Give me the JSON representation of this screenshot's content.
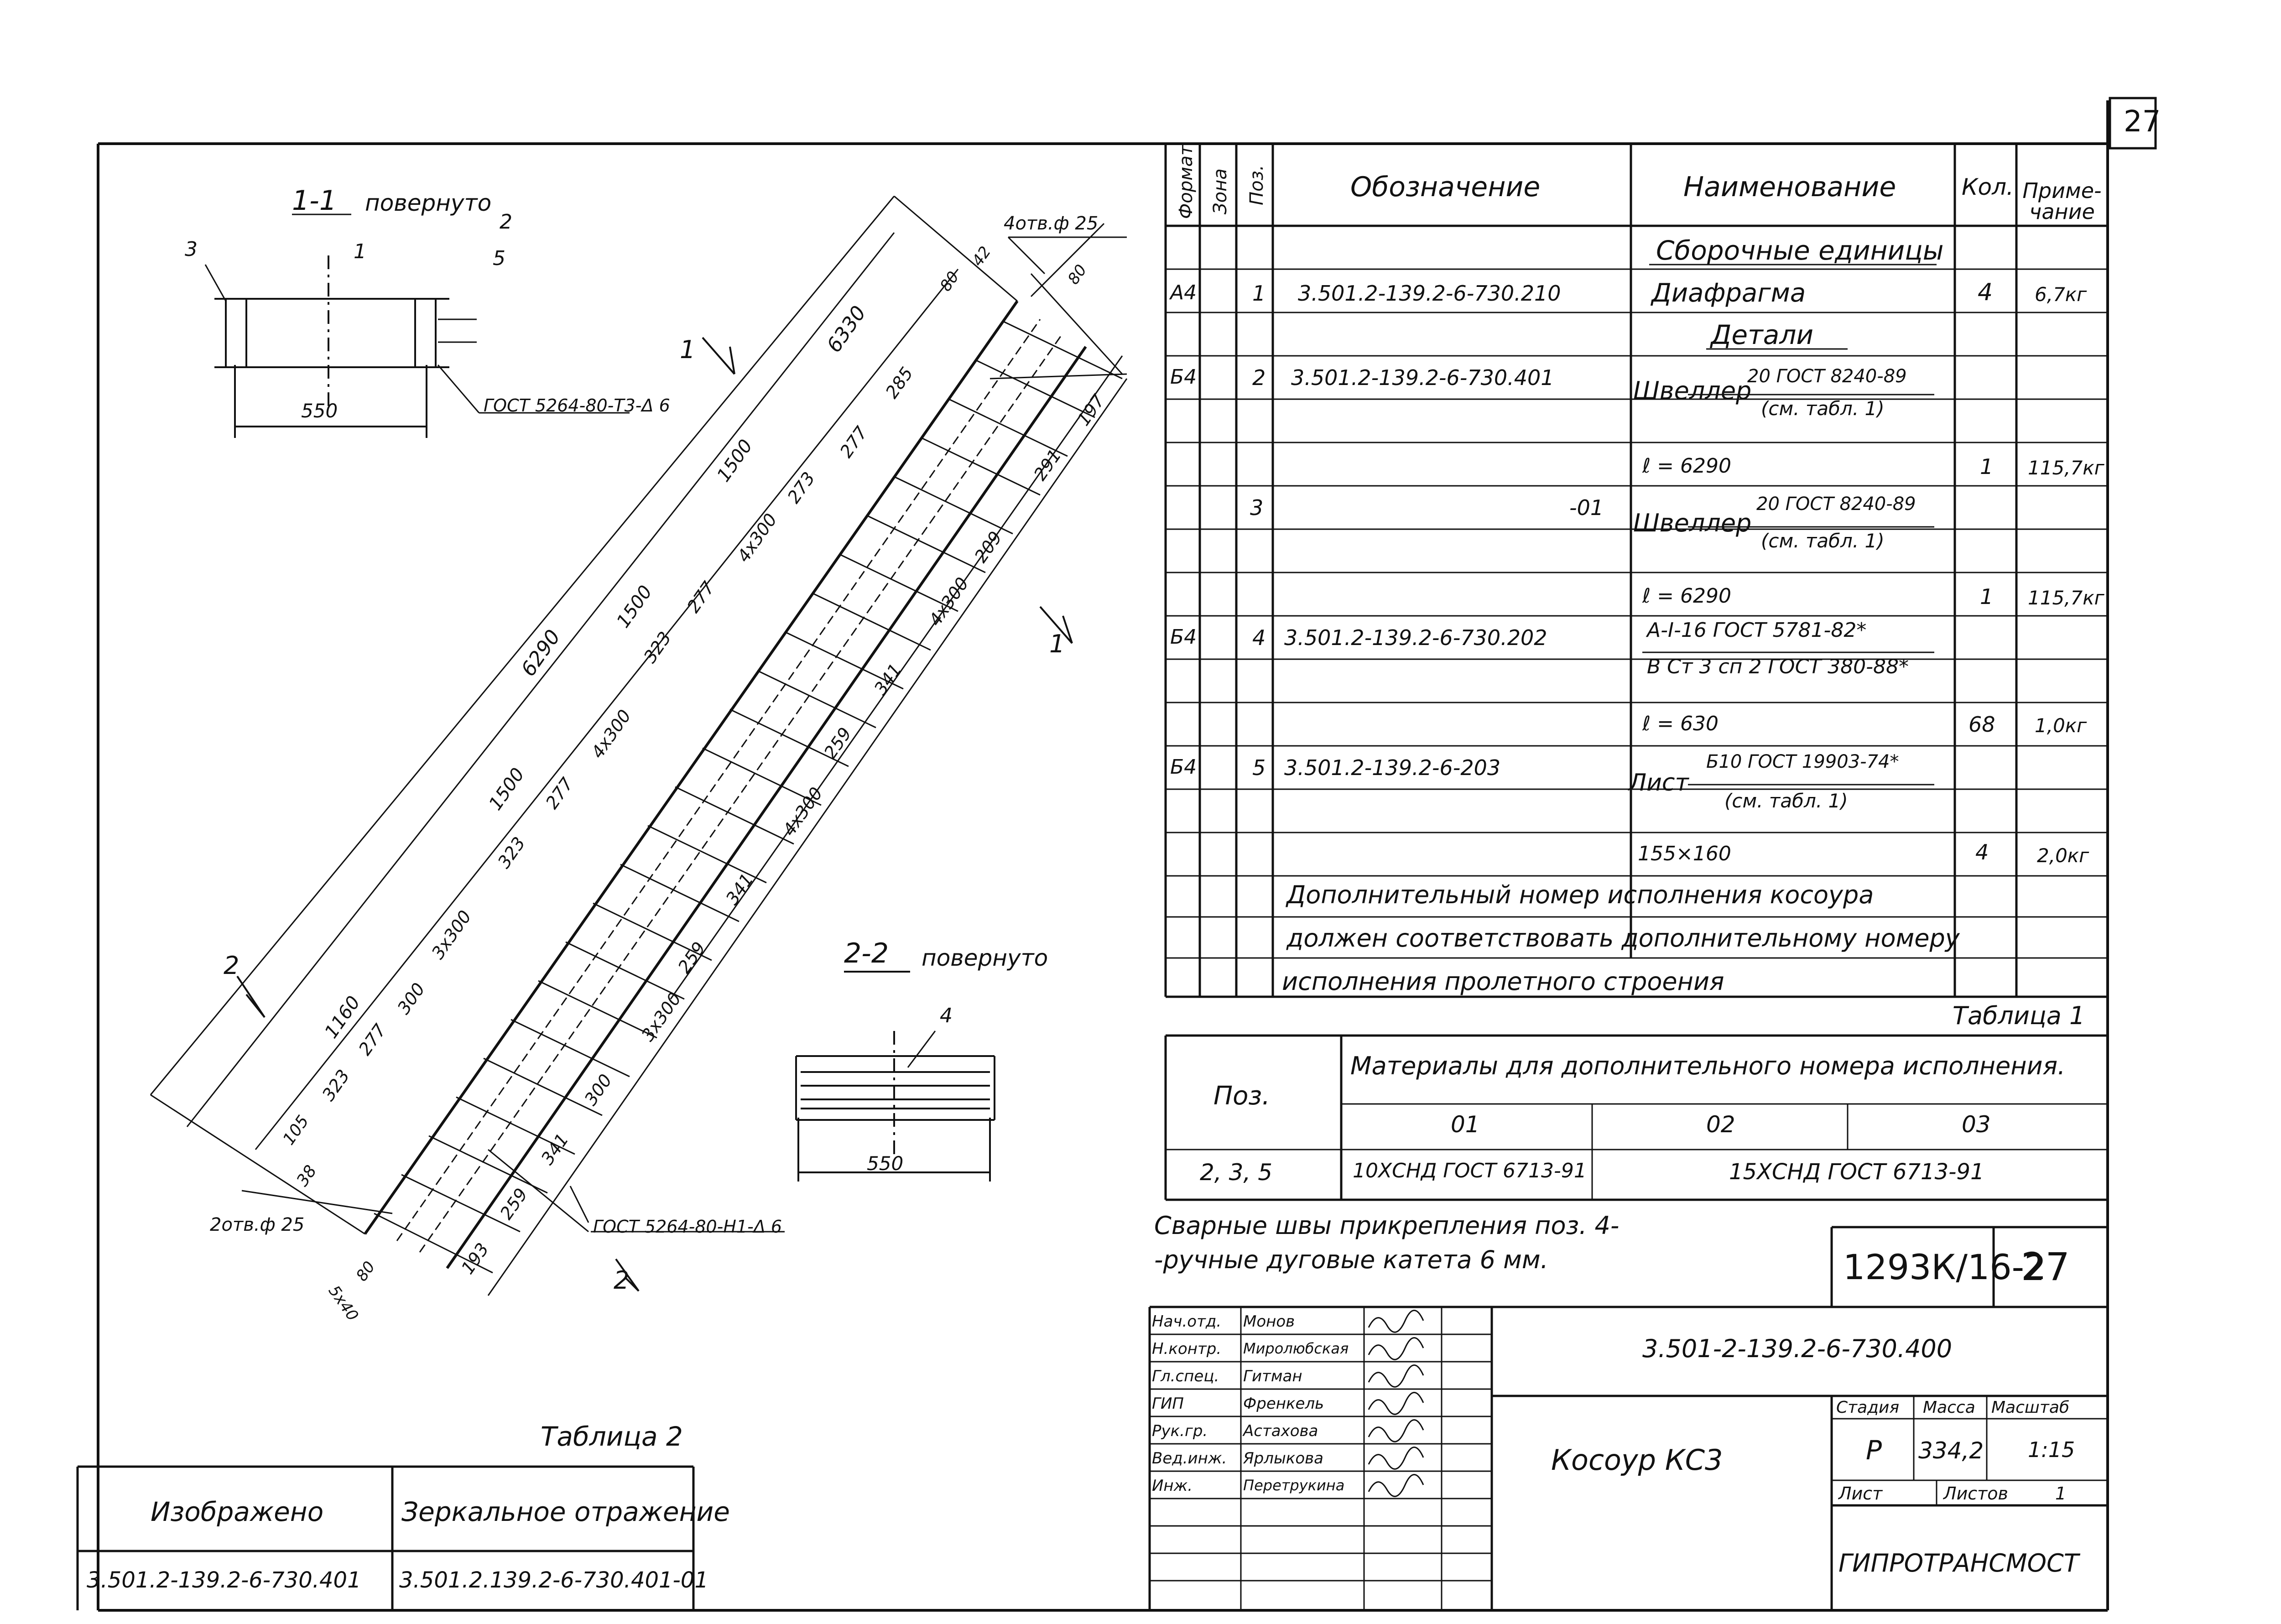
{
  "sheet_corner_number": "27",
  "section_1": {
    "title": "1-1",
    "subtitle": "повернуто",
    "dim_width": "550",
    "weld_note": "ГОСТ 5264-80-Т3-Δ 6",
    "callouts": [
      "1",
      "2",
      "3",
      "5"
    ]
  },
  "section_2": {
    "title": "2-2",
    "subtitle": "повернуто",
    "dim_width": "550",
    "callout": "4"
  },
  "section_marks": [
    "1",
    "1",
    "2",
    "2"
  ],
  "main_drawing": {
    "top_hole_note": "4отв.ф 25",
    "bottom_hole_note": "2отв.ф 25",
    "weld_note": "ГОСТ 5264-80-Н1-Δ 6",
    "dims_left_outer": [
      "6330",
      "6290"
    ],
    "dims_left_segments": [
      "1500",
      "1500",
      "1500",
      "1160",
      "105",
      "38"
    ],
    "dims_left_inner": [
      "285",
      "277",
      "273",
      "4x300",
      "277",
      "323",
      "4x300",
      "277",
      "323",
      "3x300",
      "300",
      "277",
      "323"
    ],
    "dims_right": [
      "42",
      "80",
      "80",
      "197",
      "291",
      "209",
      "4x300",
      "341",
      "259",
      "4x300",
      "341",
      "259",
      "3x300",
      "300",
      "341",
      "259",
      "193"
    ],
    "dims_bottom": [
      "80",
      "5x40"
    ]
  },
  "spec_table": {
    "headers": {
      "format": "Формат",
      "zone": "Зона",
      "pos": "Поз.",
      "designation": "Обозначение",
      "name": "Наименование",
      "qty": "Кол.",
      "note": "Приме-чание"
    },
    "rows": [
      {
        "format": "",
        "pos": "",
        "designation": "",
        "name": "Сборочные единицы",
        "qty": "",
        "note": ""
      },
      {
        "format": "А4",
        "pos": "1",
        "designation": "3.501.2-139.2-6-730.210",
        "name": "Диафрагма",
        "qty": "4",
        "note": "6,7кг"
      },
      {
        "format": "",
        "pos": "",
        "designation": "",
        "name": "Детали",
        "qty": "",
        "note": ""
      },
      {
        "format": "Б4",
        "pos": "2",
        "designation": "3.501.2-139.2-6-730.401",
        "name": "Швеллер",
        "name_top": "20 ГОСТ 8240-89",
        "name_bot": "(см. табл. 1)",
        "qty": "",
        "note": ""
      },
      {
        "format": "",
        "pos": "",
        "designation": "",
        "name": "ℓ = 6290",
        "qty": "1",
        "note": "115,7кг"
      },
      {
        "format": "",
        "pos": "3",
        "designation": "-01",
        "name": "Швеллер",
        "name_top": "20 ГОСТ 8240-89",
        "name_bot": "(см. табл. 1)",
        "qty": "",
        "note": ""
      },
      {
        "format": "",
        "pos": "",
        "designation": "",
        "name": "ℓ = 6290",
        "qty": "1",
        "note": "115,7кг"
      },
      {
        "format": "Б4",
        "pos": "4",
        "designation": "3.501.2-139.2-6-730.202",
        "name_top": "А-Ⅰ-16  ГОСТ 5781-82*",
        "name_bot": "В Ст 3 сп 2  ГОСТ 380-88*",
        "qty": "",
        "note": ""
      },
      {
        "format": "",
        "pos": "",
        "designation": "",
        "name": "ℓ = 630",
        "qty": "68",
        "note": "1,0кг"
      },
      {
        "format": "Б4",
        "pos": "5",
        "designation": "3.501.2-139.2-6-203",
        "name": "Лист",
        "name_top": "Б10  ГОСТ 19903-74*",
        "name_bot": "(см. табл. 1)",
        "qty": "",
        "note": ""
      },
      {
        "format": "",
        "pos": "",
        "designation": "",
        "name": "155×160",
        "qty": "4",
        "note": "2,0кг"
      }
    ],
    "footnote_lines": [
      "Дополнительный номер исполнения косоура",
      "должен соответствовать дополнительному номеру",
      "исполнения пролетного строения"
    ]
  },
  "table1": {
    "caption": "Таблица 1",
    "col_pos": "Поз.",
    "title": "Материалы для дополнительного номера исполнения.",
    "cols": [
      "01",
      "02",
      "03"
    ],
    "row_pos": "2, 3, 5",
    "row_01": "10ХСНД  ГОСТ 6713-91",
    "row_0203": "15ХСНД  ГОСТ 6713-91"
  },
  "weld_note": [
    "Сварные швы прикрепления поз. 4-",
    "-ручные дуговые катета 6 мм."
  ],
  "table2": {
    "caption": "Таблица 2",
    "headers": [
      "Изображено",
      "Зеркальное отражение"
    ],
    "values": [
      "3.501.2-139.2-6-730.401",
      "3.501.2.139.2-6-730.401-01"
    ]
  },
  "title_block": {
    "doc_code": "1293К/16-2",
    "sheet_no": "27",
    "designation": "3.501-2-139.2-6-730.400",
    "object_name": "Косоур КС3",
    "stage_label": "Стадия",
    "mass_label": "Масса",
    "scale_label": "Масштаб",
    "stage": "Р",
    "mass": "334,2",
    "scale": "1:15",
    "sheet_label": "Лист",
    "sheets_label": "Листов",
    "sheets": "1",
    "org": "ГИПРОТРАНСМОСТ",
    "staff": [
      {
        "role": "Нач.отд.",
        "name": "Монов"
      },
      {
        "role": "Н.контр.",
        "name": "Миролюбская"
      },
      {
        "role": "Гл.спец.",
        "name": "Гитман"
      },
      {
        "role": "ГИП",
        "name": "Френкель"
      },
      {
        "role": "Рук.гр.",
        "name": "Астахова"
      },
      {
        "role": "Вед.инж.",
        "name": "Ярлыкова"
      },
      {
        "role": "Инж.",
        "name": "Перетрукина"
      }
    ]
  }
}
